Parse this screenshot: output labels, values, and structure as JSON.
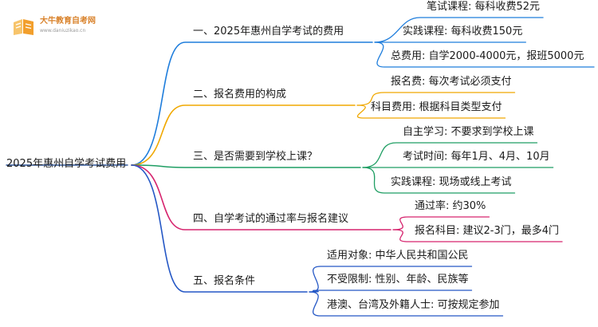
{
  "logo": {
    "name": "大牛教育自考网",
    "url": "www.daniuzikao.cn"
  },
  "root": "2025年惠州自学考试费用",
  "colors": {
    "root_line": "#2f5597",
    "branch_1": "#1e7ddc",
    "branch_2": "#f0a800",
    "branch_3": "#1f9e63",
    "branch_4": "#d6246e",
    "branch_5": "#2457c5",
    "logo_orange": "#f29f2c"
  },
  "branches": [
    {
      "label": "一、2025年惠州自学考试的费用",
      "children": [
        "笔试课程: 每科收费52元",
        "实践课程: 每科收费150元",
        "总费用: 自学2000-4000元，报班5000元"
      ]
    },
    {
      "label": "二、报名费用的构成",
      "children": [
        "报名费: 每次考试必须支付",
        "科目费用: 根据科目类型支付"
      ]
    },
    {
      "label": "三、是否需要到学校上课？",
      "children": [
        "自主学习: 不要求到学校上课",
        "考试时间: 每年1月、4月、10月",
        "实践课程: 现场或线上考试"
      ]
    },
    {
      "label": "四、自学考试的通过率与报名建议",
      "children": [
        "通过率: 约30%",
        "报名科目: 建议2-3门，最多4门"
      ]
    },
    {
      "label": "五、报名条件",
      "children": [
        "适用对象: 中华人民共和国公民",
        "不受限制: 性别、年龄、民族等",
        "港澳、台湾及外籍人士: 可按规定参加"
      ]
    }
  ]
}
